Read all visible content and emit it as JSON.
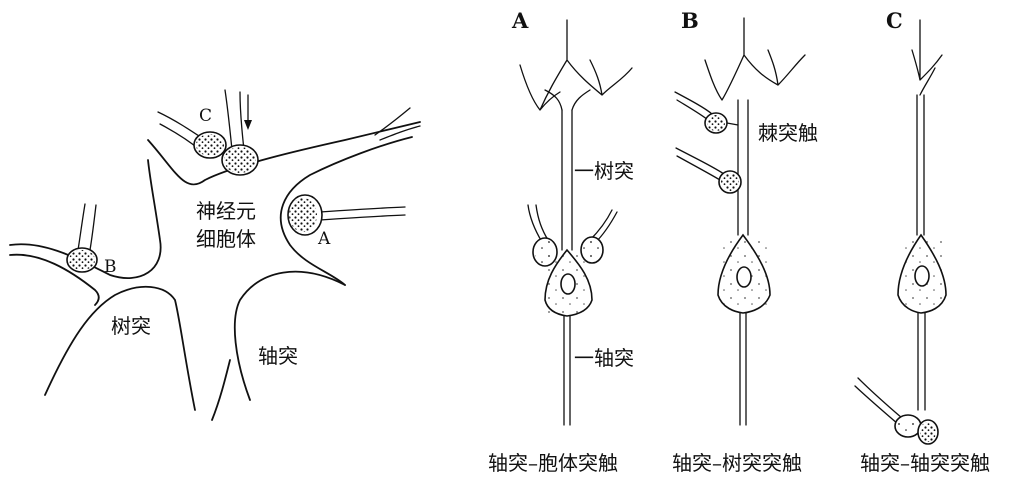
{
  "left_diagram": {
    "soma_label_line1": "神经元",
    "soma_label_line2": "细胞体",
    "dendrite_label": "树突",
    "axon_label": "轴突",
    "terminal_a": "A",
    "terminal_b": "B",
    "terminal_c": "C"
  },
  "panels": [
    {
      "letter": "A",
      "caption": "轴突–胞体突触",
      "label_top": "一树突",
      "label_bottom": "一轴突"
    },
    {
      "letter": "B",
      "caption": "轴突–树突突触",
      "label_top": "棘突触"
    },
    {
      "letter": "C",
      "caption": "轴突–轴突突触"
    }
  ]
}
